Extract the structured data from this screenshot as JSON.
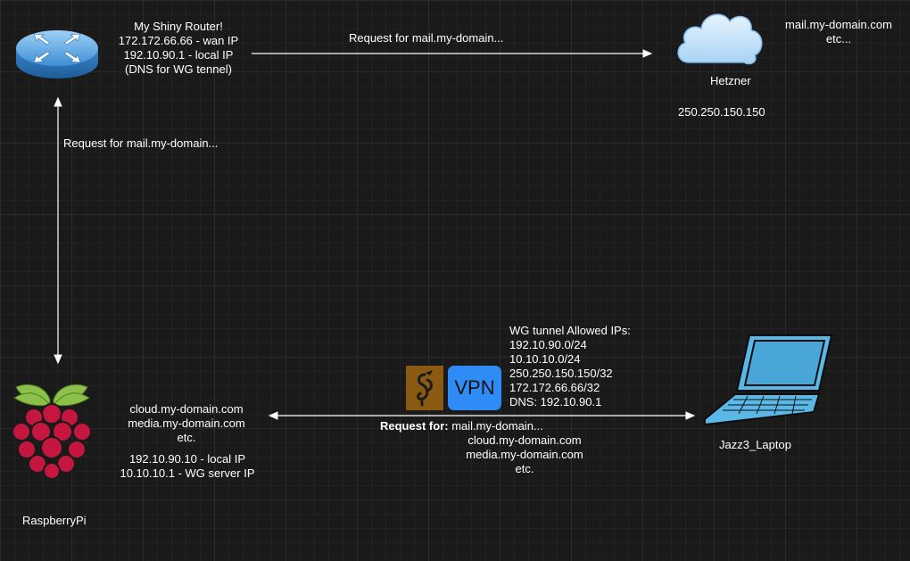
{
  "router": {
    "label_lines": [
      "My Shiny Router!",
      "172.172.66.66 - wan IP",
      "192.10.90.1 - local IP",
      "(DNS for WG tennel)"
    ]
  },
  "hetzner": {
    "name": "Hetzner",
    "ip": "250.250.150.150",
    "domains": [
      "mail.my-domain.com",
      "etc..."
    ]
  },
  "edges": {
    "router_to_hetzner": "Request for mail.my-domain...",
    "pi_to_router": "Request for mail.my-domain..."
  },
  "raspberry": {
    "name": "RaspberryPi",
    "domains": [
      "cloud.my-domain.com",
      "media.my-domain.com",
      "etc."
    ],
    "ips": [
      "192.10.90.10 - local IP",
      "10.10.10.1 - WG server IP"
    ]
  },
  "wg": {
    "header": "WG tunnel Allowed IPs:",
    "allowed_ips": [
      "192.10.90.0/24",
      "10.10.10.0/24",
      "250.250.150.150/32",
      "172.172.66.66/32"
    ],
    "dns": "DNS: 192.10.90.1",
    "vpn_badge": "VPN"
  },
  "request": {
    "label": "Request for:",
    "items": [
      "mail.my-domain...",
      "cloud.my-domain.com",
      "media.my-domain.com",
      "etc."
    ]
  },
  "laptop": {
    "name": "Jazz3_Laptop"
  },
  "colors": {
    "background": "#1a1a1a",
    "router_blue": "#4a9fe0",
    "cloud_blue": "#b9dcf7",
    "laptop_blue": "#59b8e6",
    "raspberry_red": "#c5163f",
    "vpn_blue": "#2f8bf5",
    "wireguard_bg": "#8a5a12"
  }
}
